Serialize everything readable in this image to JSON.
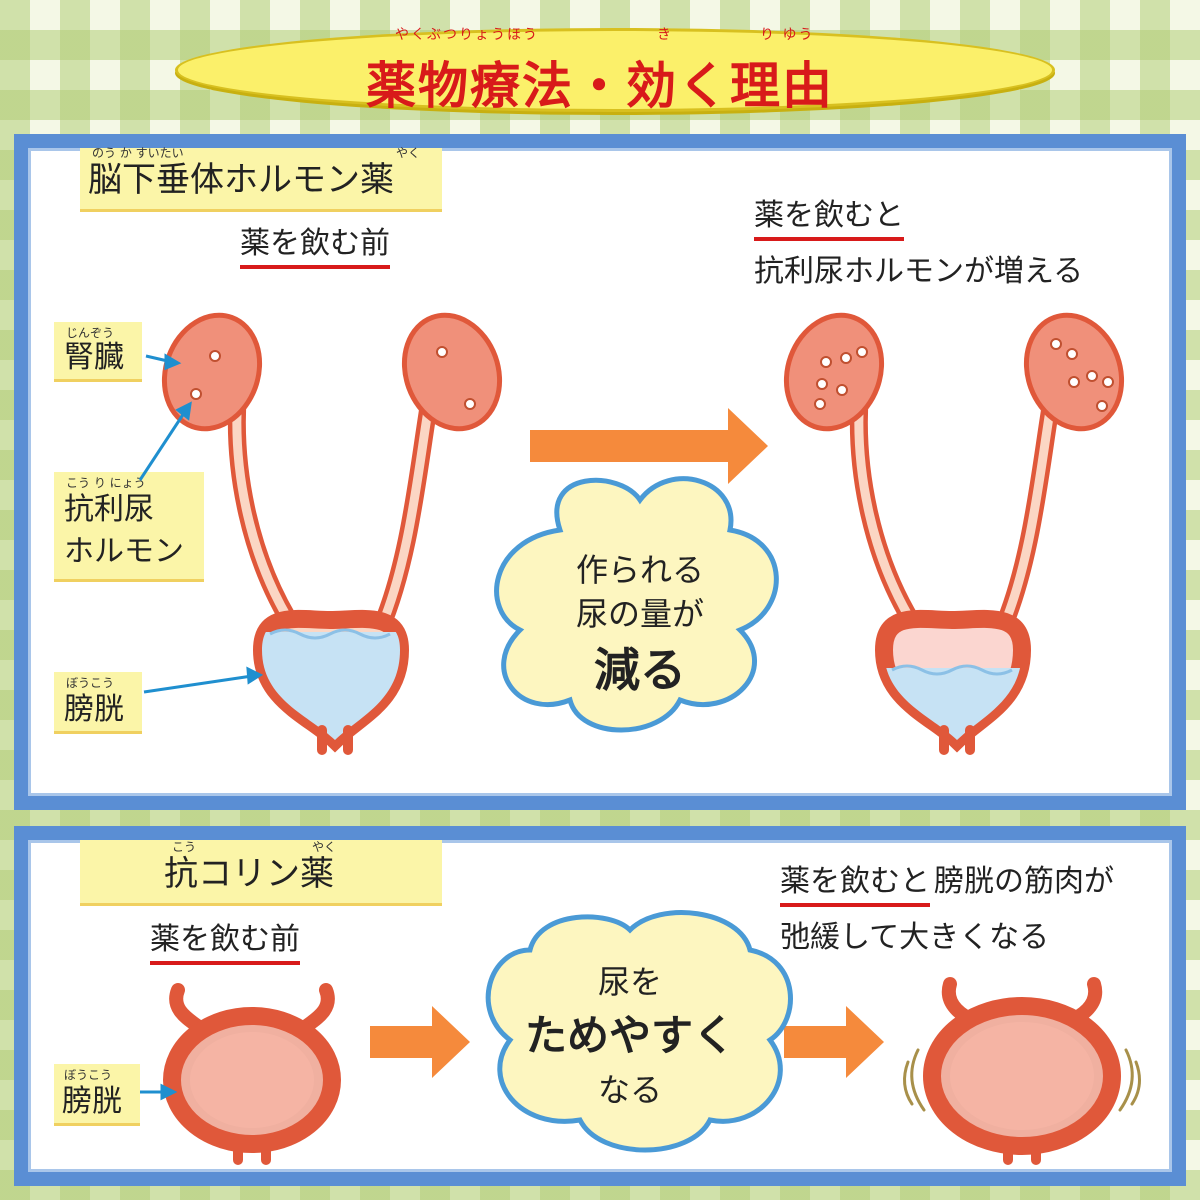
{
  "title": {
    "text": "薬物療法・効く理由",
    "ruby_yakubutsuryouhou": "やくぶつりょうほう",
    "ruby_ki": "き",
    "ruby_riyuu": "り ゆう"
  },
  "section1": {
    "heading": "脳下垂体ホルモン薬",
    "heading_ruby": "のう か すいたい",
    "heading_ruby_yaku": "やく",
    "before_label": "薬を飲む前",
    "after_label": "薬を飲むと",
    "after_desc": "抗利尿ホルモンが増える",
    "label_kidney": "腎臓",
    "label_kidney_ruby": "じんぞう",
    "label_hormone_line1": "抗利尿",
    "label_hormone_line2": "ホルモン",
    "label_hormone_ruby": "こう り にょう",
    "label_bladder": "膀胱",
    "label_bladder_ruby": "ぼうこう",
    "cloud_line1": "作られる",
    "cloud_line2": "尿の量が",
    "cloud_line3": "減る"
  },
  "section2": {
    "heading": "抗コリン薬",
    "heading_ruby": "こう",
    "heading_ruby_yaku": "やく",
    "before_label": "薬を飲む前",
    "after_label": "薬を飲むと",
    "after_desc_line1_rest": "膀胱の筋肉が",
    "after_desc_line2": "弛緩して大きくなる",
    "label_bladder": "膀胱",
    "label_bladder_ruby": "ぼうこう",
    "cloud_line1": "尿を",
    "cloud_line2": "ためやすく",
    "cloud_line3": "なる"
  },
  "colors": {
    "organ_fill": "#f0907a",
    "organ_stroke": "#e0583a",
    "urine": "#c6e2f4",
    "arrow": "#f58a3c",
    "pointer": "#1f8fcf",
    "title_red": "#d81a1a",
    "panel_border": "#5a8ed4",
    "cloud_fill": "#fdf6c0",
    "cloud_stroke": "#4a9ad6"
  }
}
